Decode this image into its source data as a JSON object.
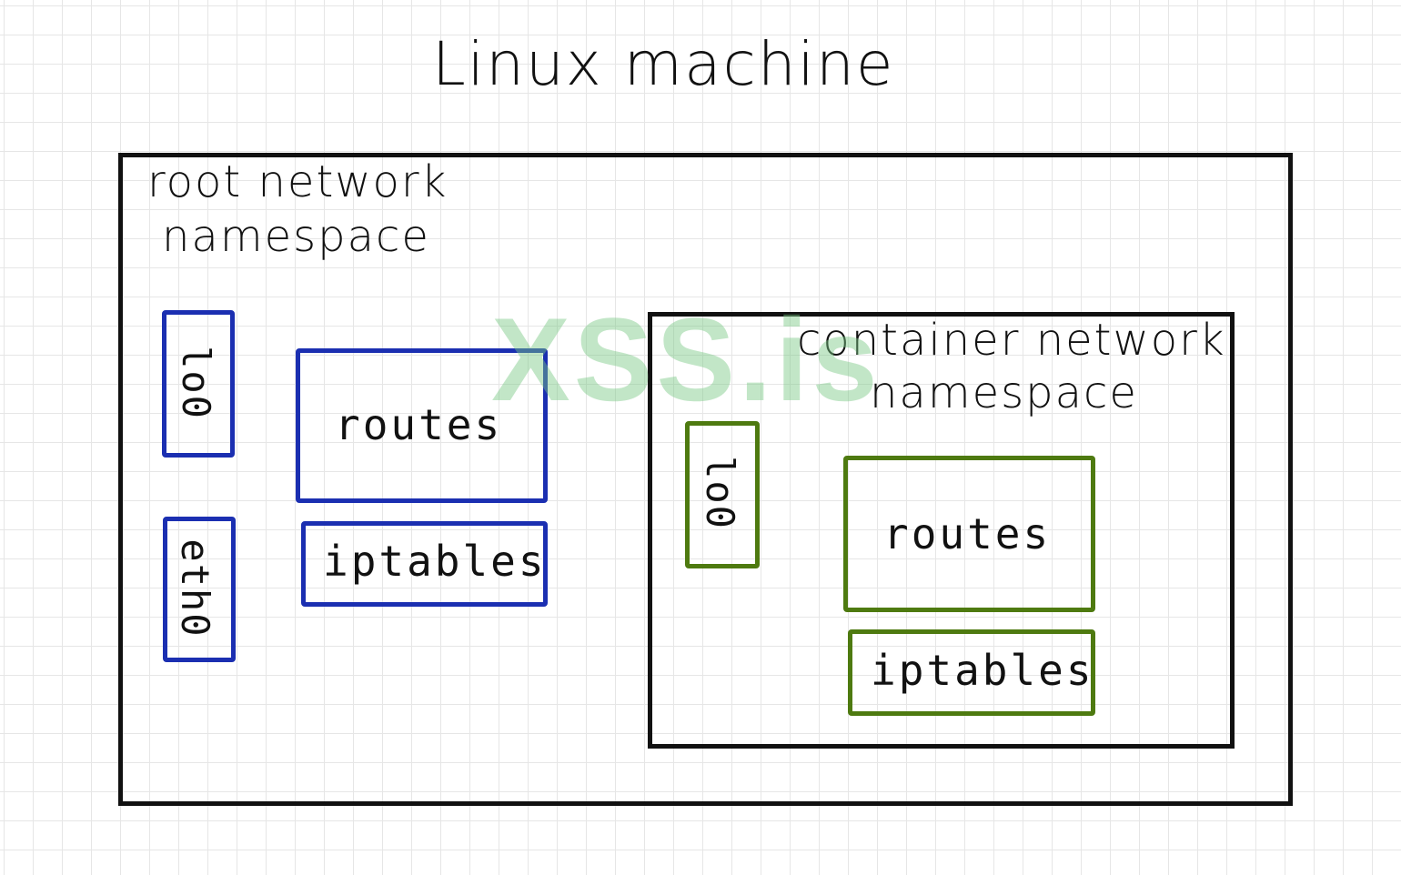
{
  "title": "Linux machine",
  "root_namespace": {
    "label_line1": "root network",
    "label_line2": "namespace",
    "interfaces": [
      "lo0",
      "eth0"
    ],
    "routes_label": "routes",
    "iptables_label": "iptables",
    "color": "#1b2fb1"
  },
  "container_namespace": {
    "label_line1": "container network",
    "label_line2": "namespace",
    "interfaces": [
      "lo0"
    ],
    "routes_label": "routes",
    "iptables_label": "iptables",
    "color": "#4e7a10"
  },
  "watermark": "XSS.is"
}
